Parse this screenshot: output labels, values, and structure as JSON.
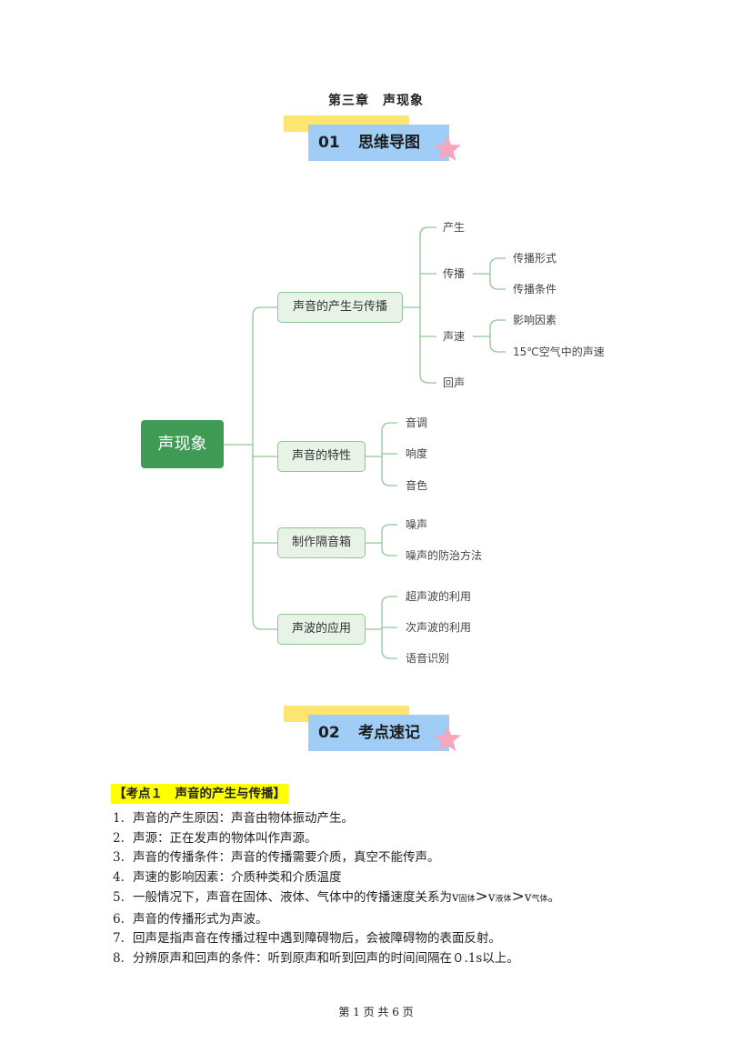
{
  "chapter_title": "第三章　声现象",
  "section1": {
    "num": "01",
    "title": "思维导图"
  },
  "section2": {
    "num": "02",
    "title": "考点速记"
  },
  "mindmap": {
    "root": "声现象",
    "branches": [
      {
        "label": "声音的产生与传播"
      },
      {
        "label": "声音的特性"
      },
      {
        "label": "制作隔音箱"
      },
      {
        "label": "声波的应用"
      }
    ],
    "b1_children": [
      "产生",
      "传播",
      "声速",
      "回声"
    ],
    "b1_transmit_children": [
      "传播形式",
      "传播条件"
    ],
    "b1_speed_children": [
      "影响因素",
      "15℃空气中的声速"
    ],
    "b2_children": [
      "音调",
      "响度",
      "音色"
    ],
    "b3_children": [
      "噪声",
      "噪声的防治方法"
    ],
    "b4_children": [
      "超声波的利用",
      "次声波的利用",
      "语音识别"
    ]
  },
  "kaodian1": {
    "title": "【考点１　声音的产生与传播】",
    "items": [
      {
        "n": "1.",
        "text": "声音的产生原因：声音由物体振动产生。"
      },
      {
        "n": "2.",
        "text": "声源：正在发声的物体叫作声源。"
      },
      {
        "n": "3.",
        "text": "声音的传播条件：声音的传播需要介质，真空不能传声。"
      },
      {
        "n": "4.",
        "text": "声速的影响因素：介质种类和介质温度"
      },
      {
        "n": "5.",
        "text_pre": "一般情况下，声音在固体、液体、气体中的传播速度关系为",
        "v": "v",
        "sub1": "固体",
        "sub2": "液体",
        "sub3": "气体",
        "gt": ">",
        "end": "。"
      },
      {
        "n": "6.",
        "text": "声音的传播形式为声波。"
      },
      {
        "n": "7.",
        "text": "回声是指声音在传播过程中遇到障碍物后，会被障碍物的表面反射。"
      },
      {
        "n": "8.",
        "text": "分辨原声和回声的条件：听到原声和听到回声的时间间隔在０.1s以上。"
      }
    ]
  },
  "footer": "第 1 页 共 6 页",
  "colors": {
    "root": "#3f9a54",
    "branch_fill": "#e7f3e6",
    "branch_border": "#92c596",
    "line": "#92c596",
    "banner_yellow": "#fde66f",
    "banner_blue": "#9fcdf6",
    "star": "#f7a6bd",
    "highlight": "#ffff00"
  }
}
